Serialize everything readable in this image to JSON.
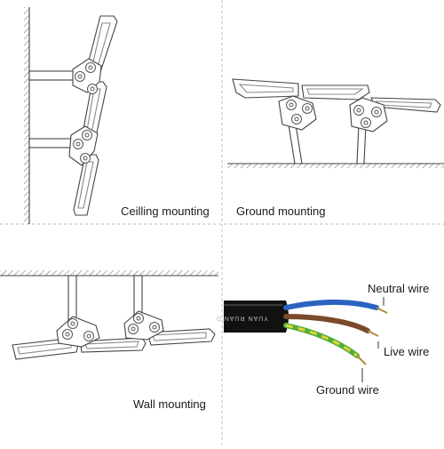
{
  "panels": {
    "ceiling": {
      "caption": "Ceilling mounting"
    },
    "ground": {
      "caption": "Ground mounting"
    },
    "wall": {
      "caption": "Wall mounting"
    },
    "wiring": {
      "neutral_label": "Neutral wire",
      "live_label": "Live wire",
      "ground_label": "Ground wire",
      "cable_print": "YUAN RUAN D",
      "colors": {
        "neutral": "#2b63c0",
        "live": "#7a4a2a",
        "ground_green": "#4fae3c",
        "ground_yellow": "#e6d23a",
        "cable": "#111111"
      }
    }
  }
}
